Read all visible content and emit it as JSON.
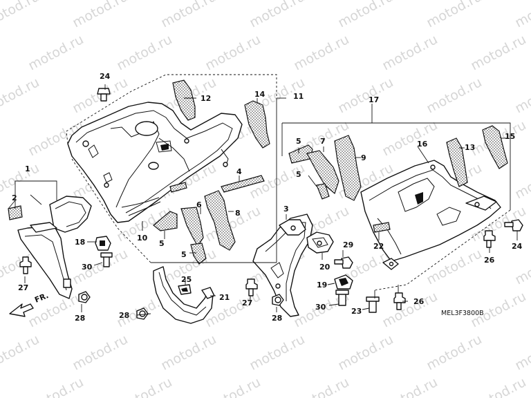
{
  "watermark": "motod.ru",
  "diagram_code": "MEL3F3800B",
  "front_label": "FR.",
  "callouts": [
    "1",
    "2",
    "3",
    "4",
    "5",
    "5",
    "5",
    "5",
    "6",
    "7",
    "8",
    "9",
    "10",
    "11",
    "12",
    "13",
    "14",
    "15",
    "16",
    "17",
    "18",
    "19",
    "20",
    "21",
    "22",
    "23",
    "24",
    "24",
    "25",
    "26",
    "26",
    "27",
    "27",
    "28",
    "28",
    "28",
    "29",
    "30",
    "30"
  ]
}
